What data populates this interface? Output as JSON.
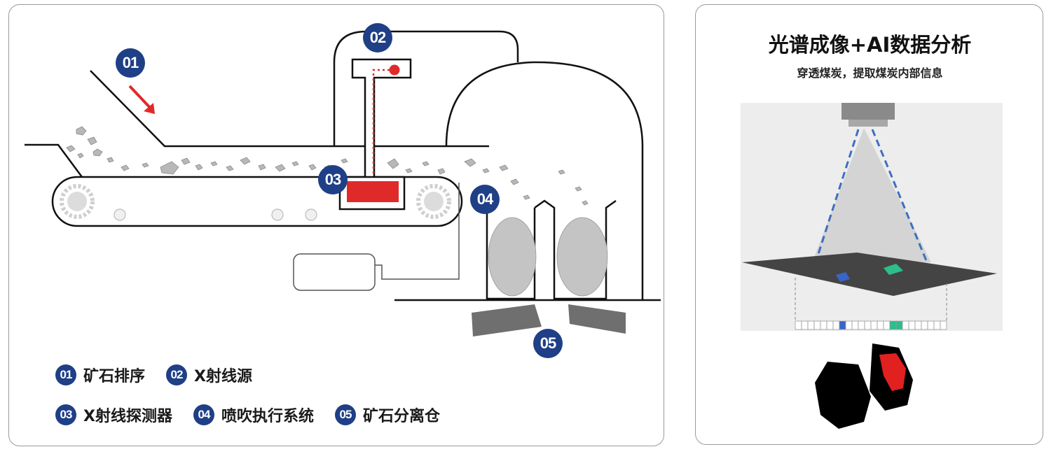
{
  "diagram": {
    "badges": [
      {
        "num": "01"
      },
      {
        "num": "02"
      },
      {
        "num": "03"
      },
      {
        "num": "04"
      },
      {
        "num": "05"
      }
    ]
  },
  "legend": [
    {
      "num": "01",
      "label": "矿石排序"
    },
    {
      "num": "02",
      "label": "X射线源"
    },
    {
      "num": "03",
      "label": "X射线探测器"
    },
    {
      "num": "04",
      "label": "喷吹执行系统"
    },
    {
      "num": "05",
      "label": "矿石分离仓"
    }
  ],
  "right_panel": {
    "title": "光谱成像+AI数据分析",
    "subtitle": "穿透煤炭，提取煤炭内部信息"
  },
  "colors": {
    "badge": "#1f3f86",
    "accent_red": "#e02a2a",
    "beam_dash": "#3f6fbf",
    "pixel_blue": "#3a64c8",
    "pixel_green": "#2bbf8a"
  }
}
